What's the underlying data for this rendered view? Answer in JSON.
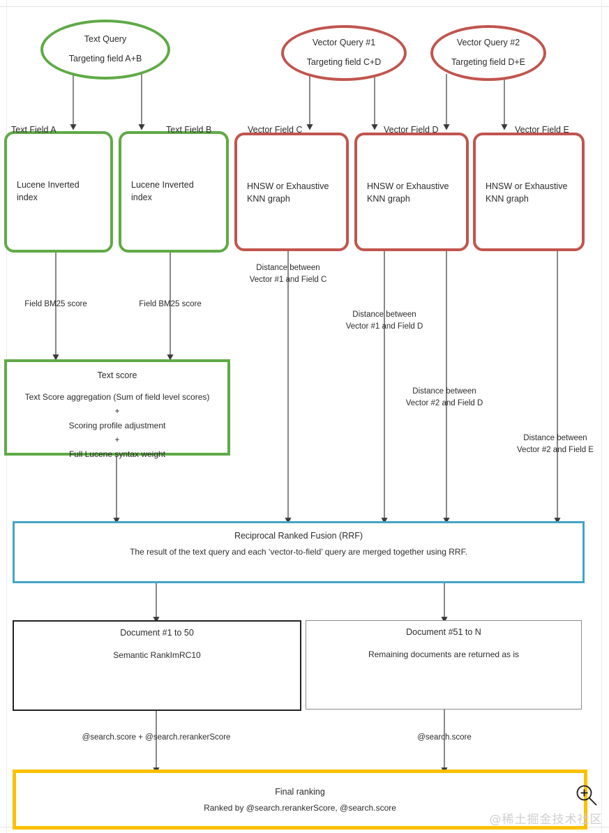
{
  "diagram": {
    "title": "Azure AI Search hybrid retrieval scoring pipeline",
    "colors": {
      "green": "#5FAA46",
      "red": "#C0554E",
      "blue": "#45A4C6",
      "yellow": "#FDC000",
      "black": "#222222",
      "gray": "#8a8a8a",
      "arrow": "#3a3a3a"
    }
  },
  "queries": [
    {
      "id": "text-query",
      "line1": "Text Query",
      "line2": "Targeting field A+B",
      "color": "green"
    },
    {
      "id": "vector-query-1",
      "line1": "Vector Query #1",
      "line2": "Targeting field C+D",
      "color": "red"
    },
    {
      "id": "vector-query-2",
      "line1": "Vector Query #2",
      "line2": "Targeting field D+E",
      "color": "red"
    }
  ],
  "fields": [
    {
      "id": "text-field-a",
      "label": "Text Field A",
      "body": "Lucene Inverted\nindex",
      "color": "green"
    },
    {
      "id": "text-field-b",
      "label": "Text Field B",
      "body": "Lucene Inverted\nindex",
      "color": "green"
    },
    {
      "id": "vector-field-c",
      "label": "Vector Field C",
      "body": "HNSW or Exhaustive\nKNN graph",
      "color": "red"
    },
    {
      "id": "vector-field-d",
      "label": "Vector Field D",
      "body": "HNSW or Exhaustive\nKNN graph",
      "color": "red"
    },
    {
      "id": "vector-field-e",
      "label": "Vector Field E",
      "body": "HNSW or Exhaustive\nKNN graph",
      "color": "red"
    }
  ],
  "edge_labels": {
    "bm25_a": "Field BM25 score",
    "bm25_b": "Field BM25 score",
    "dist_v1_c": "Distance between\nVector #1 and Field C",
    "dist_v1_d": "Distance between\nVector #1 and Field D",
    "dist_v2_d": "Distance between\nVector #2 and Field D",
    "dist_v2_e": "Distance between\nVector #2 and Field E",
    "score_left": "@search.score + @search.rerankerScore",
    "score_right": "@search.score"
  },
  "text_score_box": {
    "title": "Text score",
    "body": "Text Score aggregation (Sum of field level scores)\n+\nScoring profile adjustment\n+\nFull Lucene syntax weight"
  },
  "rrf_box": {
    "title": "Reciprocal Ranked Fusion (RRF)",
    "body": "The result of the text query and each ‘vector-to-field’ query are merged together using RRF."
  },
  "documents": [
    {
      "id": "documents-1-50",
      "title": "Document #1 to 50",
      "body": "Semantic RankImRC10"
    },
    {
      "id": "documents-51-n",
      "title": "Document #51 to N",
      "body": "Remaining documents are returned as is"
    }
  ],
  "final_ranking": {
    "title": "Final ranking",
    "body": "Ranked by @search.rerankerScore, @search.score"
  },
  "watermark": "@稀土掘金技术社区"
}
